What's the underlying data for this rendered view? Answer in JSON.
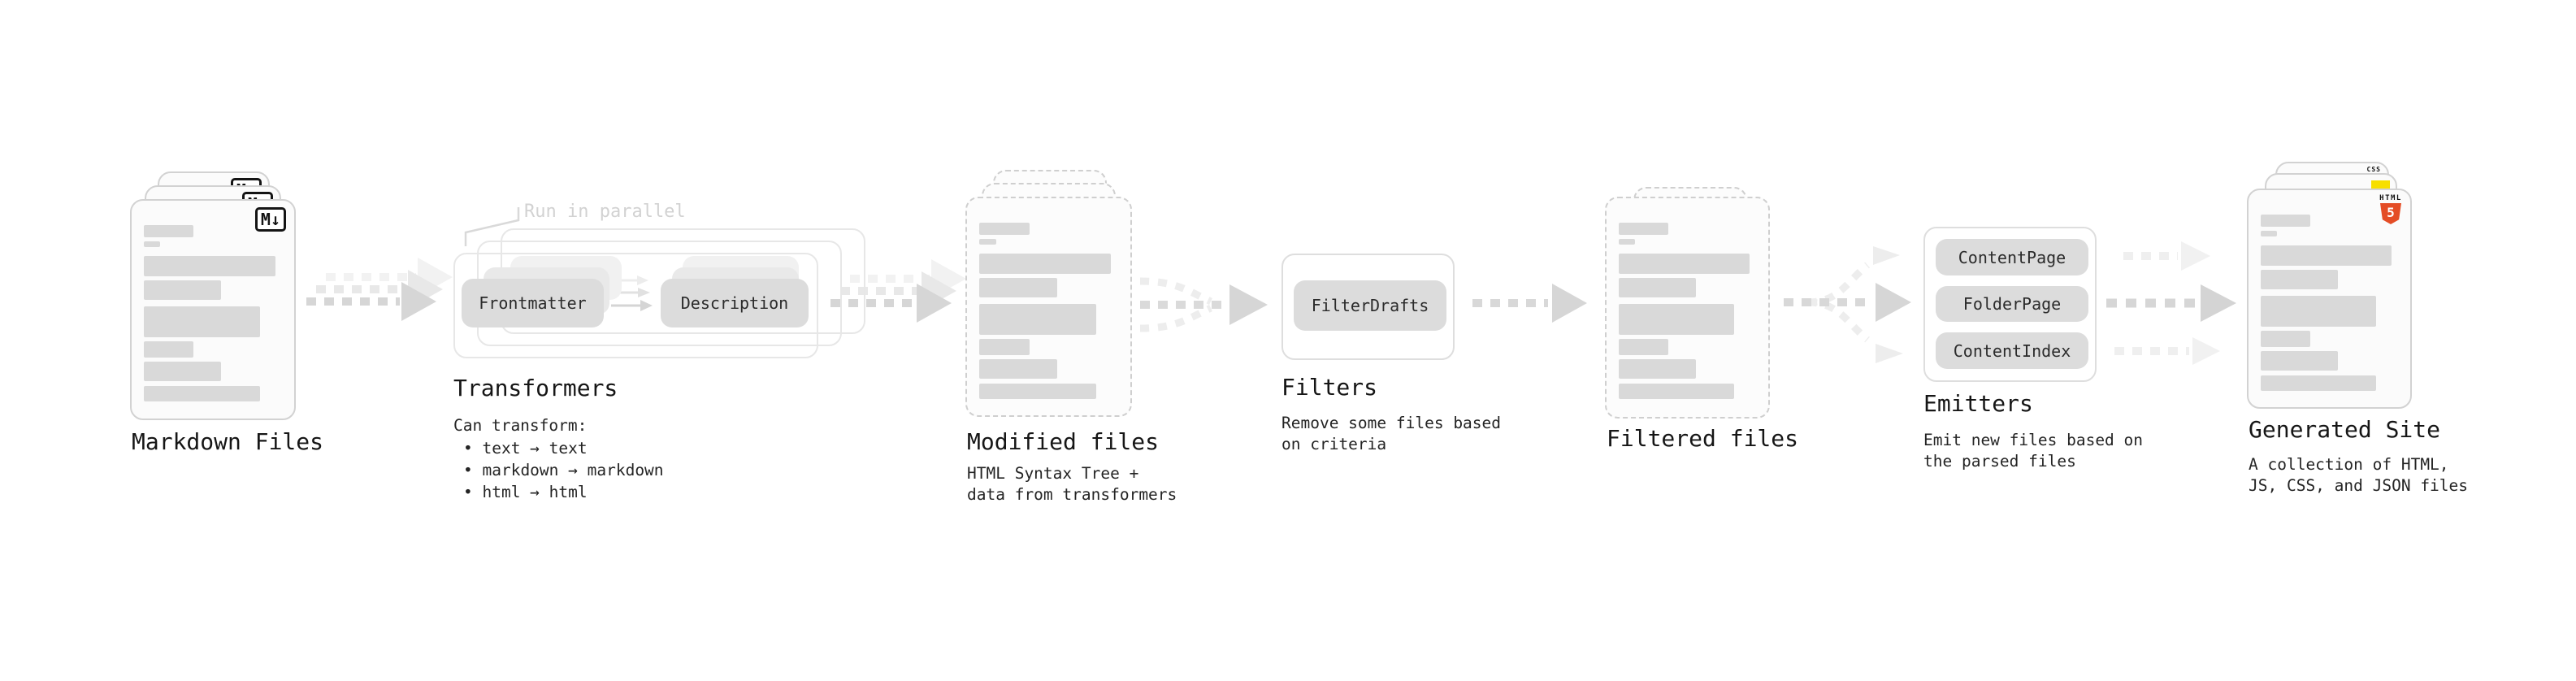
{
  "pipeline": {
    "markdown_files": {
      "label": "Markdown Files",
      "badge": "M↓"
    },
    "transformers": {
      "annotation": "Run in parallel",
      "stages": [
        "Frontmatter",
        "Description"
      ],
      "label": "Transformers",
      "desc_title": "Can transform:",
      "bullets": [
        "• text → text",
        "• markdown → markdown",
        "• html → html"
      ]
    },
    "modified_files": {
      "label": "Modified files",
      "desc": [
        "HTML Syntax Tree +",
        "data from transformers"
      ]
    },
    "filters": {
      "items": [
        "FilterDrafts"
      ],
      "label": "Filters",
      "desc": [
        "Remove some files based",
        "on criteria"
      ]
    },
    "filtered_files": {
      "label": "Filtered files"
    },
    "emitters": {
      "items": [
        "ContentPage",
        "FolderPage",
        "ContentIndex"
      ],
      "label": "Emitters",
      "desc": [
        "Emit new files based on",
        "the parsed files"
      ]
    },
    "generated_site": {
      "label": "Generated Site",
      "desc": [
        "A collection of HTML,",
        "JS, CSS, and JSON files"
      ],
      "badges": {
        "css": "CSS",
        "html": "HTML",
        "html5_number": "5"
      }
    },
    "colors": {
      "html5_orange": "#e44d26",
      "js_yellow": "#f7df00",
      "css_blue": "#2760e6",
      "doc_bar_gray": "#d9d9d9",
      "arrow_gray": "#d6d6d6",
      "ghost_gray": "#ededed"
    }
  }
}
